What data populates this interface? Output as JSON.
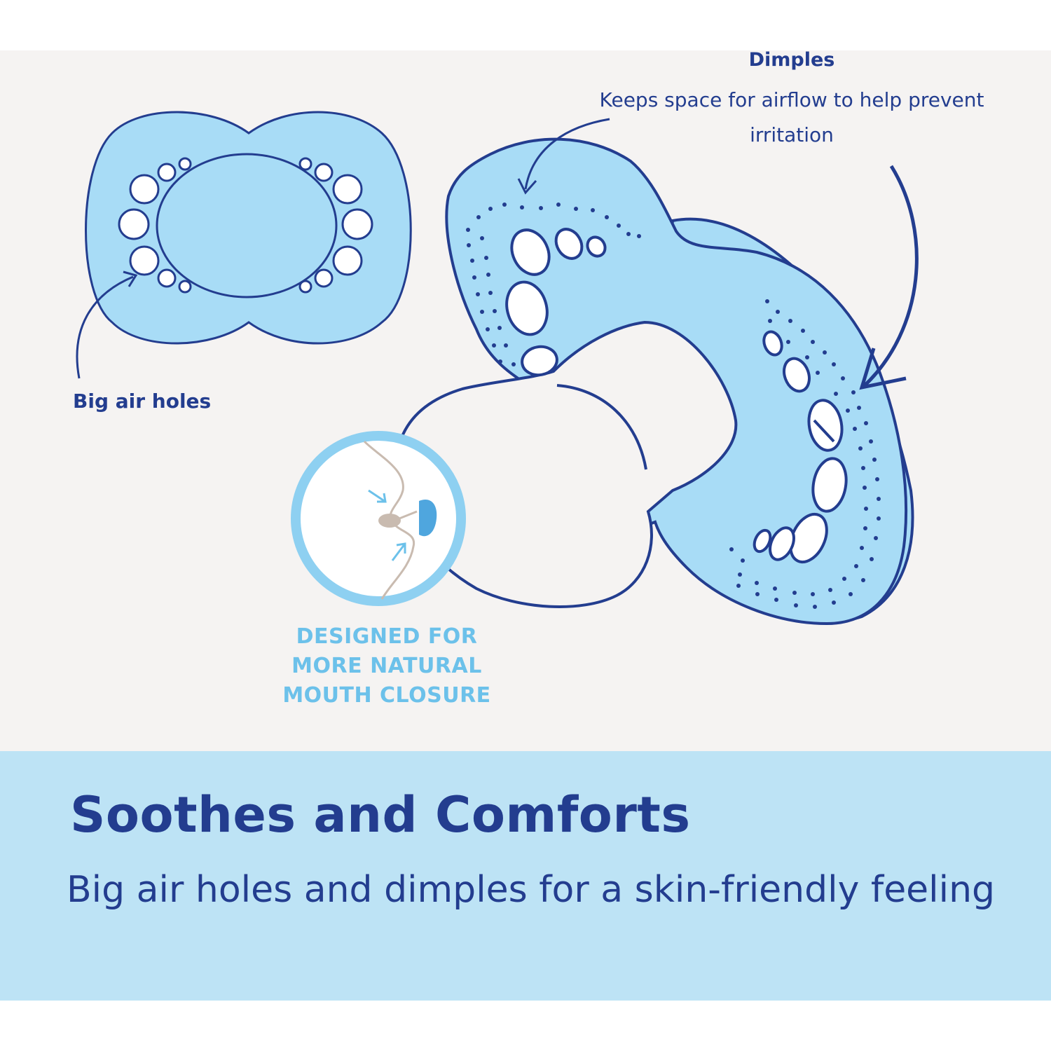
{
  "callouts": {
    "dimples_title": "Dimples",
    "dimples_description": "Keeps space for airflow to help prevent irritation",
    "air_holes": "Big air holes",
    "mouth_closure": "DESIGNED FOR MORE NATURAL MOUTH CLOSURE"
  },
  "banner": {
    "headline": "Soothes and Comforts",
    "subline": "Big air holes and dimples for a skin-friendly feeling"
  },
  "colors": {
    "navy": "#233d8f",
    "shield_blue": "#a8dcf6",
    "accent_light_blue": "#6cc1ea",
    "band_blue": "#bde3f5",
    "background": "#f5f3f2"
  }
}
